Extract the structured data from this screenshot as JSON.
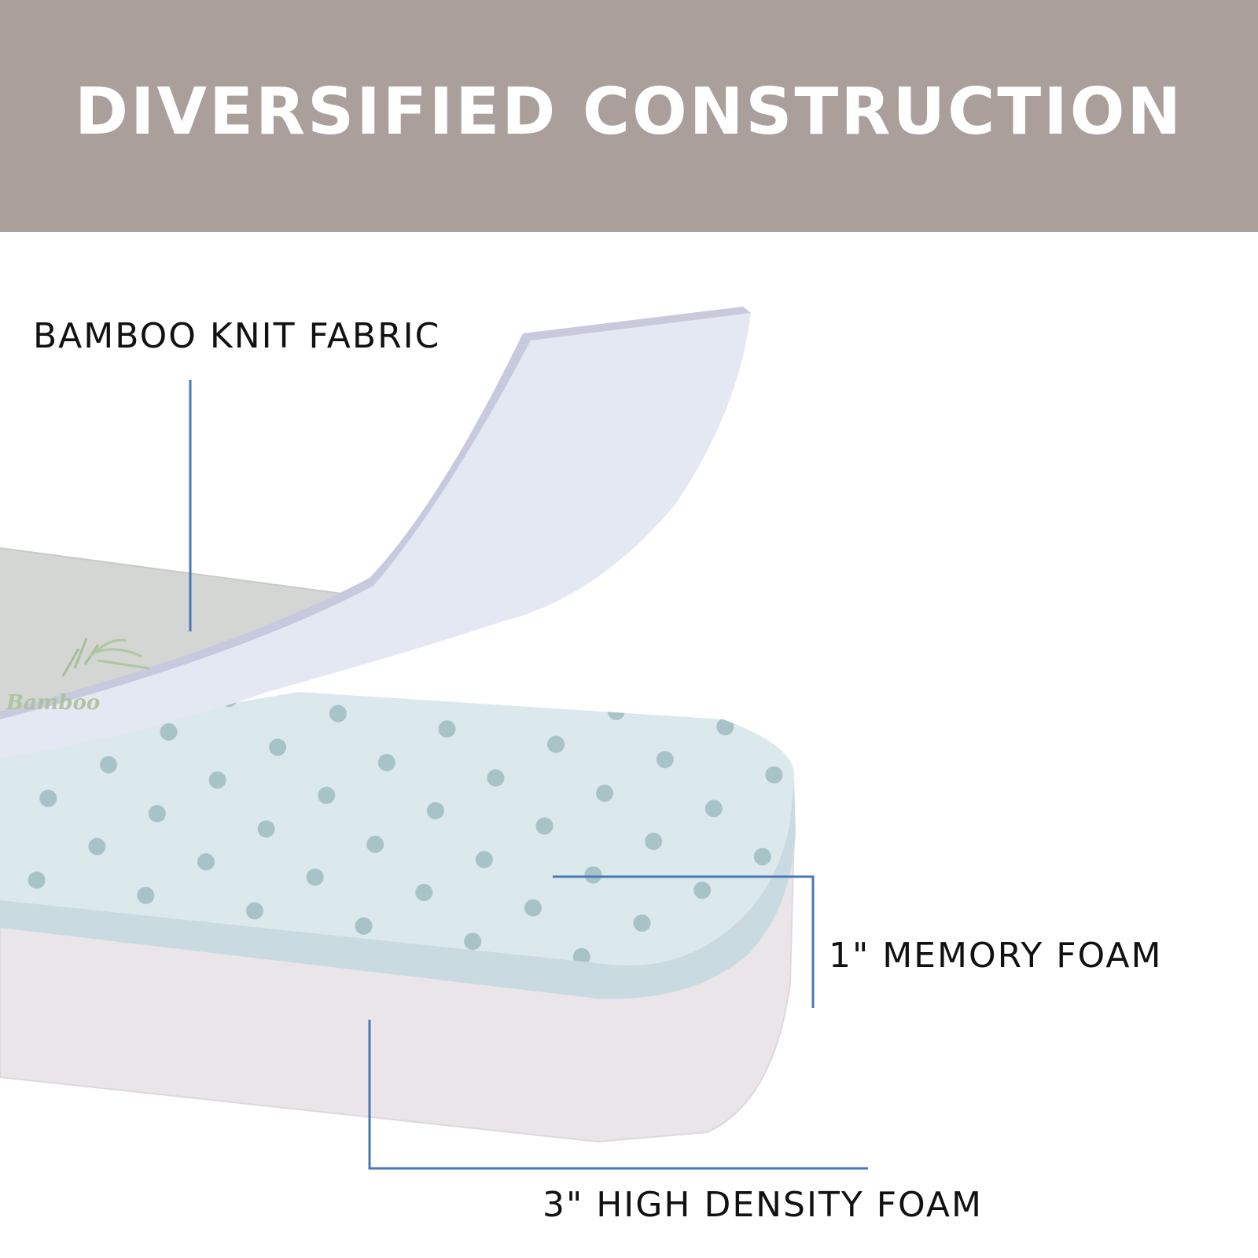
{
  "header": {
    "title": "DIVERSIFIED CONSTRUCTION",
    "background_color": "#aa9f9b"
  },
  "layers": [
    {
      "label": "BAMBOO KNIT FABRIC"
    },
    {
      "label": "1\" MEMORY FOAM"
    },
    {
      "label": "3\" HIGH DENSITY FOAM"
    }
  ],
  "fabric_logo_text": "Bamboo",
  "leader_line_color": "#4a78b5"
}
